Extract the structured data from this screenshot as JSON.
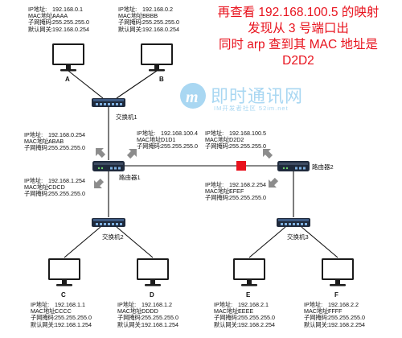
{
  "note_lines": [
    "再查看 192.168.100.5 的映射",
    "发现从 3 号端口出",
    "同时 arp 查到其 MAC 地址是",
    "D2D2"
  ],
  "watermark": {
    "main": "即时通讯网",
    "sub": "IM开发者社区 52im.net"
  },
  "hosts": {
    "A": {
      "letter": "A",
      "rows": [
        {
          "k": "IP地址:",
          "v": "192.168.0.1"
        },
        {
          "k": "MAC地址:",
          "v": "AAAA"
        },
        {
          "k": "子网掩码:",
          "v": "255.255.255.0"
        },
        {
          "k": "默认网关:",
          "v": "192.168.0.254"
        }
      ]
    },
    "B": {
      "letter": "B",
      "rows": [
        {
          "k": "IP地址:",
          "v": "192.168.0.2"
        },
        {
          "k": "MAC地址:",
          "v": "BBBB"
        },
        {
          "k": "子网掩码:",
          "v": "255.255.255.0"
        },
        {
          "k": "默认网关:",
          "v": "192.168.0.254"
        }
      ]
    },
    "C": {
      "letter": "C",
      "rows": [
        {
          "k": "IP地址:",
          "v": "192.168.1.1"
        },
        {
          "k": "MAC地址:",
          "v": "CCCC"
        },
        {
          "k": "子网掩码:",
          "v": "255.255.255.0"
        },
        {
          "k": "默认网关:",
          "v": "192.168.1.254"
        }
      ]
    },
    "D": {
      "letter": "D",
      "rows": [
        {
          "k": "IP地址:",
          "v": "192.168.1.2"
        },
        {
          "k": "MAC地址:",
          "v": "DDDD"
        },
        {
          "k": "子网掩码:",
          "v": "255.255.255.0"
        },
        {
          "k": "默认网关:",
          "v": "192.168.1.254"
        }
      ]
    },
    "E": {
      "letter": "E",
      "rows": [
        {
          "k": "IP地址:",
          "v": "192.168.2.1"
        },
        {
          "k": "MAC地址:",
          "v": "EEEE"
        },
        {
          "k": "子网掩码:",
          "v": "255.255.255.0"
        },
        {
          "k": "默认网关:",
          "v": "192.168.2.254"
        }
      ]
    },
    "F": {
      "letter": "F",
      "rows": [
        {
          "k": "IP地址:",
          "v": "192.168.2.2"
        },
        {
          "k": "MAC地址:",
          "v": "FFFF"
        },
        {
          "k": "子网掩码:",
          "v": "255.255.255.0"
        },
        {
          "k": "默认网关:",
          "v": "192.168.2.254"
        }
      ]
    }
  },
  "router1": {
    "label": "路由器1",
    "port1": [
      {
        "k": "IP地址:",
        "v": "192.168.0.254"
      },
      {
        "k": "MAC地址:",
        "v": "ABAB"
      },
      {
        "k": "子网掩码:",
        "v": "255.255.255.0"
      }
    ],
    "port2": [
      {
        "k": "IP地址:",
        "v": "192.168.1.254"
      },
      {
        "k": "MAC地址:",
        "v": "CDCD"
      },
      {
        "k": "子网掩码:",
        "v": "255.255.255.0"
      }
    ],
    "port3": [
      {
        "k": "IP地址:",
        "v": "192.168.100.4"
      },
      {
        "k": "MAC地址:",
        "v": "D1D1"
      },
      {
        "k": "子网掩码:",
        "v": "255.255.255.0"
      }
    ]
  },
  "router2": {
    "label": "路由器2",
    "port1": [
      {
        "k": "IP地址:",
        "v": "192.168.100.5"
      },
      {
        "k": "MAC地址:",
        "v": "D2D2"
      },
      {
        "k": "子网掩码:",
        "v": "255.255.255.0"
      }
    ],
    "port2": [
      {
        "k": "IP地址:",
        "v": "192.168.2.254"
      },
      {
        "k": "MAC地址:",
        "v": "EFEF"
      },
      {
        "k": "子网掩码:",
        "v": "255.255.255.0"
      }
    ]
  },
  "switches": {
    "s1": "交换机1",
    "s2": "交换机2",
    "s3": "交换机3"
  },
  "colors": {
    "note": "#e8121d",
    "packet": "#e8121d",
    "device": "#1f2a3c",
    "arrow": "#8c8c8c",
    "watermark": "#a9d7f2"
  }
}
